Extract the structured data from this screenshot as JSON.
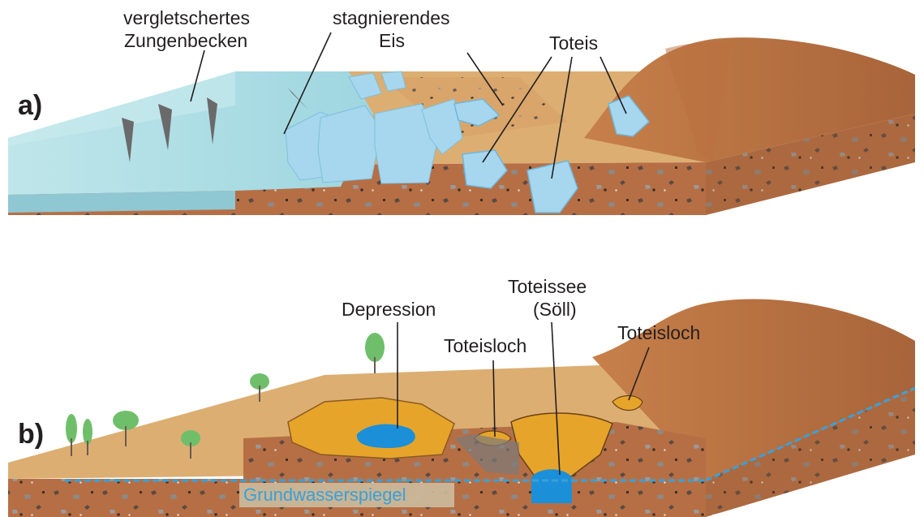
{
  "panel_a": {
    "marker": "a)",
    "labels": {
      "vergletschert_line1": "vergletschertes",
      "vergletschert_line2": "Zungenbecken",
      "stagnierend_line1": "stagnierendes",
      "stagnierend_line2": "Eis",
      "toteis": "Toteis"
    }
  },
  "panel_b": {
    "marker": "b)",
    "labels": {
      "depression": "Depression",
      "toteissee_line1": "Toteissee",
      "toteissee_line2": "(Söll)",
      "toteisloch_left": "Toteisloch",
      "toteisloch_right": "Toteisloch",
      "groundwater": "Grundwasserspiegel"
    }
  },
  "colors": {
    "ice": "#a8dde6",
    "ice_block": "#a6d7ef",
    "sand": "#d9a56a",
    "soil": "#b66f45",
    "hill": "#b5703f",
    "groundwater": "#3aa0d8",
    "water": "#1c8fd9",
    "peat": "#e6a52a"
  }
}
